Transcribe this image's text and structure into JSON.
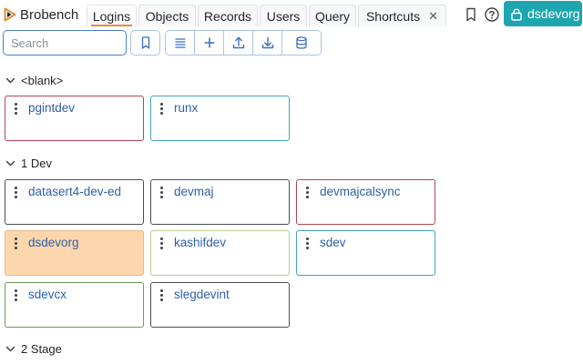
{
  "app": {
    "name": "Brobench"
  },
  "tabs": [
    {
      "label": "Logins",
      "active": true
    },
    {
      "label": "Objects"
    },
    {
      "label": "Records"
    },
    {
      "label": "Users"
    },
    {
      "label": "Query"
    },
    {
      "label": "Shortcuts",
      "closable": true,
      "close_glyph": "✕"
    }
  ],
  "header_icons": [
    "bookmark-icon",
    "help-icon"
  ],
  "org_button": {
    "label": "dsdevorg",
    "icon": "lock-icon"
  },
  "search": {
    "placeholder": "Search",
    "value": ""
  },
  "toolbar": [
    "bookmark-icon",
    "list-icon",
    "plus-icon",
    "upload-icon",
    "download-icon",
    "database-icon"
  ],
  "colors": {
    "accent": "#1ea6b0",
    "tab_active_underline": "#e08e3b",
    "link": "#2f5fa8",
    "card_selected_bg": "#fcd7ac",
    "border_red": "#b54455",
    "border_teal": "#3fa7b5",
    "border_dark": "#4a4f55",
    "border_olive": "#b8cf8d",
    "border_green": "#6f9a55"
  },
  "groups": [
    {
      "label": "<blank>",
      "cards": [
        {
          "name": "pgintdev",
          "border": "#b54455"
        },
        {
          "name": "runx",
          "border": "#3fa7b5"
        }
      ]
    },
    {
      "label": "1 Dev",
      "cards": [
        {
          "name": "datasert4-dev-ed",
          "border": "#4a4f55"
        },
        {
          "name": "devmaj",
          "border": "#4a4f55"
        },
        {
          "name": "devmajcalsync",
          "border": "#b54455"
        },
        {
          "name": "dsdevorg",
          "border": "#e6b98a",
          "selected": true
        },
        {
          "name": "kashifdev",
          "border": "#b8cf8d"
        },
        {
          "name": "sdev",
          "border": "#3fa7b5"
        },
        {
          "name": "sdevcx",
          "border": "#6f9a55"
        },
        {
          "name": "slegdevint",
          "border": "#4a4f55"
        }
      ]
    },
    {
      "label": "2 Stage",
      "cards": []
    }
  ]
}
